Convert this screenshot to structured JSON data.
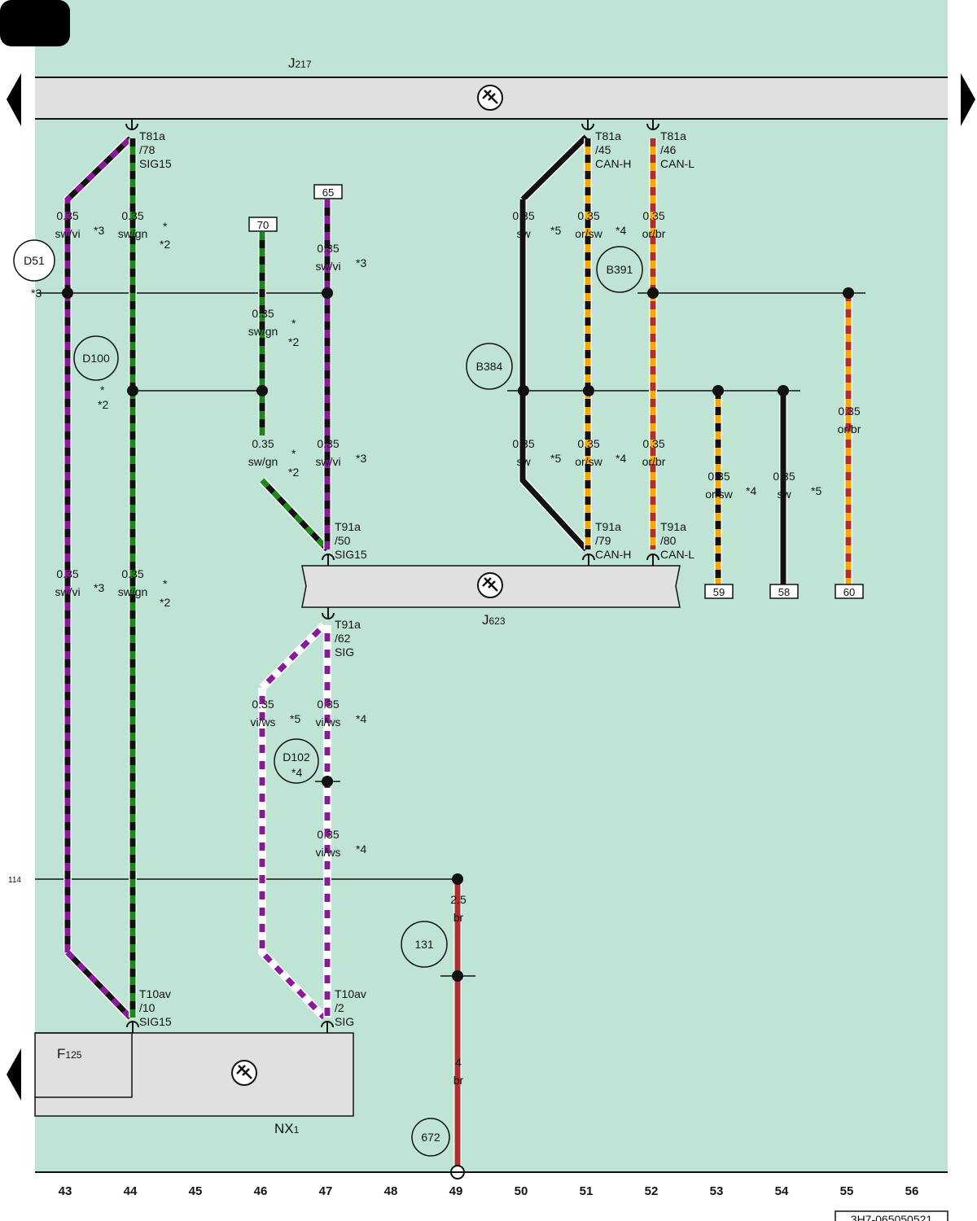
{
  "components": {
    "J217": {
      "main": "J",
      "sub": "217"
    },
    "J623": {
      "main": "J",
      "sub": "623"
    },
    "NX1": {
      "main": "NX",
      "sub": "1"
    },
    "F125": {
      "main": "F",
      "sub": "125"
    }
  },
  "pins": [
    {
      "id": "j217-78",
      "lines": [
        "T81a",
        "/78",
        "SIG15"
      ]
    },
    {
      "id": "j217-45",
      "lines": [
        "T81a",
        "/45",
        "CAN-H"
      ]
    },
    {
      "id": "j217-46",
      "lines": [
        "T81a",
        "/46",
        "CAN-L"
      ]
    },
    {
      "id": "j623-50",
      "lines": [
        "T91a",
        "/50",
        "SIG15"
      ]
    },
    {
      "id": "j623-79",
      "lines": [
        "T91a",
        "/79",
        "CAN-H"
      ]
    },
    {
      "id": "j623-80",
      "lines": [
        "T91a",
        "/80",
        "CAN-L"
      ]
    },
    {
      "id": "j623-62",
      "lines": [
        "T91a",
        "/62",
        "SIG"
      ]
    },
    {
      "id": "nx1-10",
      "lines": [
        "T10av",
        "/10",
        "SIG15"
      ]
    },
    {
      "id": "nx1-2",
      "lines": [
        "T10av",
        "/2",
        "SIG"
      ]
    }
  ],
  "wire_labels": [
    {
      "size": "0.35",
      "color": "sw/vi",
      "note": "*3"
    },
    {
      "size": "0.35",
      "color": "sw/gn",
      "note": "*",
      "note2": "*2"
    },
    {
      "size": "0.35",
      "color": "sw/vi",
      "note": "*3"
    },
    {
      "size": "0.35",
      "color": "sw/gn",
      "note": "*",
      "note2": "*2"
    },
    {
      "size": "0.35",
      "color": "sw/gn",
      "note": "*",
      "note2": "*2"
    },
    {
      "size": "0.35",
      "color": "sw/vi",
      "note": "*3"
    },
    {
      "size": "0.35",
      "color": "sw/gn",
      "note": "*",
      "note2": "*2"
    },
    {
      "size": "0.35",
      "color": "sw/vi",
      "note": "*3"
    },
    {
      "size": "0.35",
      "color": "sw",
      "note": "*5"
    },
    {
      "size": "0.35",
      "color": "or/sw",
      "note": "*4"
    },
    {
      "size": "0.35",
      "color": "or/br",
      "note": ""
    },
    {
      "size": "0.35",
      "color": "sw",
      "note": "*5"
    },
    {
      "size": "0.35",
      "color": "or/sw",
      "note": "*4"
    },
    {
      "size": "0.35",
      "color": "or/br",
      "note": ""
    },
    {
      "size": "0.35",
      "color": "or/sw",
      "note": "*4"
    },
    {
      "size": "0.35",
      "color": "sw",
      "note": "*5"
    },
    {
      "size": "0.35",
      "color": "or/br",
      "note": ""
    },
    {
      "size": "0.35",
      "color": "vi/ws",
      "note": "*5"
    },
    {
      "size": "0.35",
      "color": "vi/ws",
      "note": "*4"
    },
    {
      "size": "0.35",
      "color": "vi/ws",
      "note": "*4"
    },
    {
      "size": "2.5",
      "color": "br",
      "note": ""
    },
    {
      "size": "4",
      "color": "br",
      "note": ""
    }
  ],
  "connectors": [
    {
      "label": "D51",
      "note": "*3"
    },
    {
      "label": "D100",
      "note": "*",
      "note2": "*2"
    },
    {
      "label": "D102",
      "note": "*4"
    },
    {
      "label": "B384",
      "note": ""
    },
    {
      "label": "B391",
      "note": ""
    },
    {
      "label": "131",
      "note": ""
    },
    {
      "label": "672",
      "note": ""
    }
  ],
  "refs": [
    "70",
    "65",
    "59",
    "58",
    "60"
  ],
  "side_ref": "114",
  "columns": [
    "43",
    "44",
    "45",
    "46",
    "47",
    "48",
    "49",
    "50",
    "51",
    "52",
    "53",
    "54",
    "55",
    "56"
  ],
  "footer_code": "3H7-065050521",
  "colors": {
    "background": "#bfe4d6",
    "component": "#e0e0e0",
    "sw": "#111111",
    "vi": "#8a1a9b",
    "gn": "#1a8a1a",
    "or": "#f5a800",
    "br": "#b03030",
    "ws": "#ffffff"
  }
}
